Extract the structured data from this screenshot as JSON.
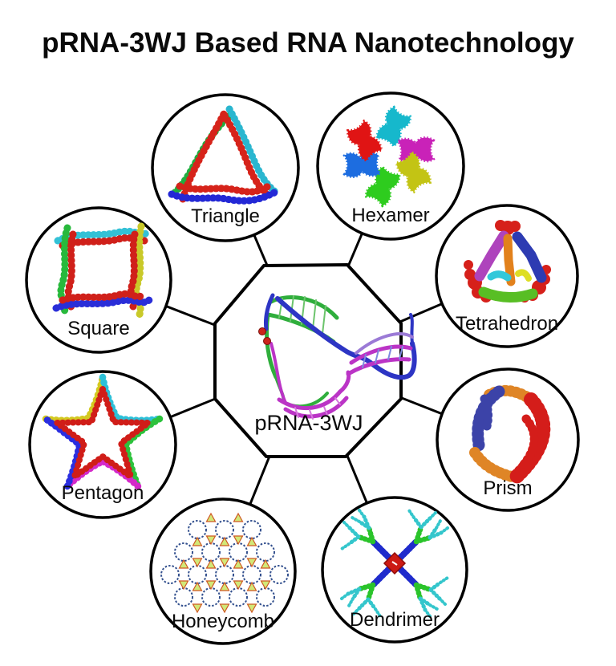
{
  "title": "pRNA-3WJ Based RNA Nanotechnology",
  "center": {
    "label": "pRNA-3WJ",
    "palette": [
      "#2fae3c",
      "#2d35c4",
      "#bb34c6",
      "#cc241c"
    ]
  },
  "nodes": [
    {
      "id": "triangle",
      "label": "Triangle",
      "palette": [
        "#1fae3f",
        "#d6231a",
        "#2ab6cf",
        "#2328d6"
      ]
    },
    {
      "id": "hexamer",
      "label": "Hexamer",
      "palette": [
        "#e01414",
        "#16b8cc",
        "#c922b8",
        "#c3c414",
        "#2ecc1e",
        "#1d6de0"
      ]
    },
    {
      "id": "tetrahedron",
      "label": "Tetrahedron",
      "palette": [
        "#d6201a",
        "#ae43bc",
        "#2d3bb2",
        "#e2811c",
        "#58be24",
        "#32c8da",
        "#dede24"
      ]
    },
    {
      "id": "prism",
      "label": "Prism",
      "palette": [
        "#3c43a8",
        "#df8526",
        "#d41d1a"
      ]
    },
    {
      "id": "dendrimer",
      "label": "Dendrimer",
      "palette": [
        "#cc1a14",
        "#1f2bcc",
        "#2bc42b",
        "#34c6cc"
      ]
    },
    {
      "id": "honeycomb",
      "label": "Honeycomb",
      "palette": [
        "#33508e",
        "#d2e878",
        "#cf5722"
      ]
    },
    {
      "id": "pentagon",
      "label": "Pentagon",
      "palette": [
        "#d3c920",
        "#2cc0d8",
        "#2cc23c",
        "#d429c9",
        "#2a2ee0",
        "#d01d18"
      ]
    },
    {
      "id": "square",
      "label": "Square",
      "palette": [
        "#28b93c",
        "#33c1d6",
        "#c9c929",
        "#2a2ed8",
        "#d0201a"
      ]
    }
  ],
  "style": {
    "background": "#ffffff",
    "outline_color": "#000000"
  }
}
